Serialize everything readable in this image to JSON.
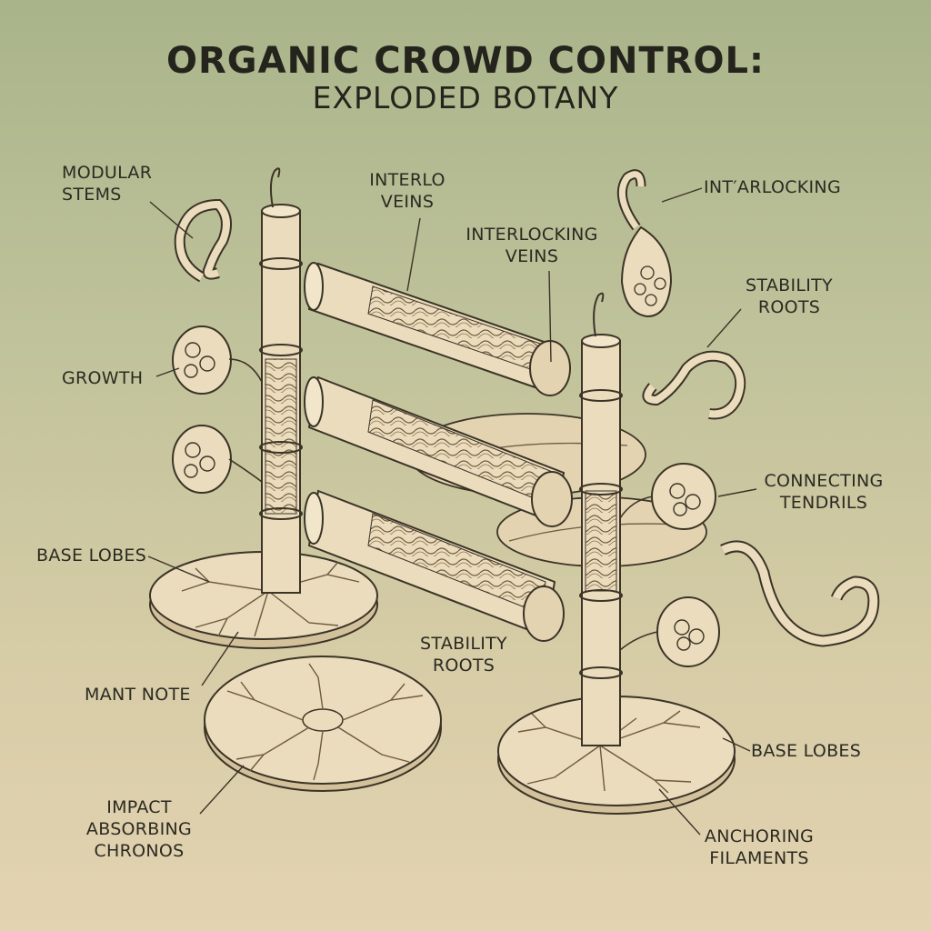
{
  "title": {
    "line1": "ORGANIC CROWD CONTROL:",
    "line2": "EXPLODED BOTANY"
  },
  "labels": {
    "modular_stems": [
      "MODULAR",
      "STEMS"
    ],
    "interlo_veins": [
      "INTERLO",
      "VEINS"
    ],
    "interlocking_veins": [
      "INTERLOCKING",
      "VEINS"
    ],
    "interlocking_top": [
      "INT′ARLOCKING"
    ],
    "stability_roots_top": [
      "STABILITY",
      "ROOTS"
    ],
    "growth": [
      "GROWTH"
    ],
    "connecting_tendrils": [
      "CONNECTING",
      "TENDRILS"
    ],
    "base_lobes_left": [
      "BASE LOBES"
    ],
    "stability_roots_mid": [
      "STABILITY",
      "ROOTS"
    ],
    "mant_note": [
      "MANT NOTE"
    ],
    "base_lobes_right": [
      "BASE LOBES"
    ],
    "impact_absorbing": [
      "IMPACT",
      "ABSORBING",
      "CHRONOS"
    ],
    "anchoring_filaments": [
      "ANCHORING",
      "FILAMENTS"
    ]
  },
  "colors": {
    "ink": "#3b3427",
    "cream": "#eadcbc",
    "cream_dark": "#d8c59f",
    "vein": "#8a6e4c",
    "bg_top": "#a9b48a",
    "bg_bottom": "#e4d3b1"
  }
}
